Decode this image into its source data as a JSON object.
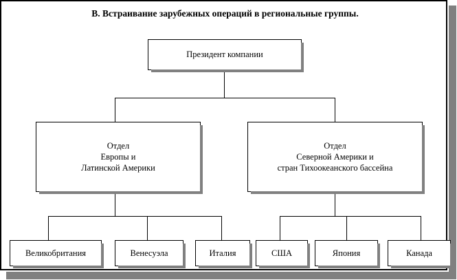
{
  "chart_data": {
    "type": "diagram",
    "diagram_kind": "organizational-chart",
    "title": "B. Встраивание зарубежных операций в региональные группы.",
    "orientation": "top-down",
    "levels": 3,
    "nodes": [
      {
        "id": "president",
        "label": "Президент компании",
        "level": 0
      },
      {
        "id": "dept-europe",
        "label": "Отдел\nЕвропы и\nЛатинской Америки",
        "level": 1
      },
      {
        "id": "dept-america-pacific",
        "label": "Отдел\nСеверной Америки и\nстран Тихоокеанского бассейна",
        "level": 1
      },
      {
        "id": "uk",
        "label": "Великобритания",
        "level": 2
      },
      {
        "id": "venezuela",
        "label": "Венесуэла",
        "level": 2
      },
      {
        "id": "italy",
        "label": "Италия",
        "level": 2
      },
      {
        "id": "usa",
        "label": "США",
        "level": 2
      },
      {
        "id": "japan",
        "label": "Япония",
        "level": 2
      },
      {
        "id": "canada",
        "label": "Канада",
        "level": 2
      }
    ],
    "edges": [
      {
        "from": "president",
        "to": "dept-europe"
      },
      {
        "from": "president",
        "to": "dept-america-pacific"
      },
      {
        "from": "dept-europe",
        "to": "uk"
      },
      {
        "from": "dept-europe",
        "to": "venezuela"
      },
      {
        "from": "dept-europe",
        "to": "italy"
      },
      {
        "from": "dept-america-pacific",
        "to": "usa"
      },
      {
        "from": "dept-america-pacific",
        "to": "japan"
      },
      {
        "from": "dept-america-pacific",
        "to": "canada"
      }
    ],
    "colors": {
      "background": "#ffffff",
      "line": "#000000",
      "text": "#000000",
      "shadow": "#808080"
    }
  },
  "title": "B. Встраивание зарубежных операций в региональные группы.",
  "nodes": {
    "president": "Президент компании",
    "dept_europe": "Отдел\nЕвропы и\nЛатинской Америки",
    "dept_america_pacific": "Отдел\nСеверной Америки и\nстран Тихоокеанского бассейна",
    "uk": "Великобритания",
    "venezuela": "Венесуэла",
    "italy": "Италия",
    "usa": "США",
    "japan": "Япония",
    "canada": "Канада"
  }
}
